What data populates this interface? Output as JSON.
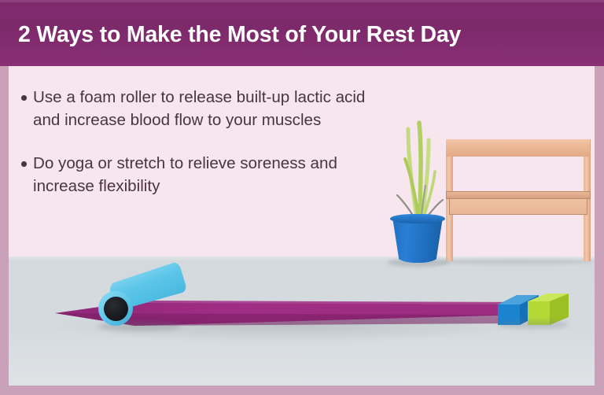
{
  "header": {
    "title": "2 Ways to Make the Most of Your Rest Day",
    "background_color": "#7d2a6b",
    "text_color": "#ffffff"
  },
  "frame": {
    "border_color": "#c9a2ba"
  },
  "scene": {
    "wall_color": "#f8e6ef",
    "floor_color": "#d3d9dd"
  },
  "body": {
    "text_color": "#4a3442",
    "bullets": [
      {
        "text": "Use a foam roller to release built-up lactic acid and increase blood flow to your muscles"
      },
      {
        "text": "Do yoga or stretch to relieve soreness and increase flexibility"
      }
    ]
  },
  "illustration": {
    "plant": {
      "label": "snake-plant",
      "pot_color": "#2175c8",
      "leaf_color": "#b7d36a"
    },
    "bench": {
      "label": "wooden-bench",
      "wood_color": "#eebc9c"
    },
    "yoga_mat": {
      "label": "rolled-out-yoga-mat",
      "color": "#9c2d80"
    },
    "foam_roller": {
      "label": "foam-roller",
      "color": "#5cc6e9",
      "hole_color": "#14161a"
    },
    "yoga_blocks": [
      {
        "label": "yoga-block-blue",
        "color": "#1b84d0"
      },
      {
        "label": "yoga-block-green",
        "color": "#b5d934"
      }
    ]
  }
}
